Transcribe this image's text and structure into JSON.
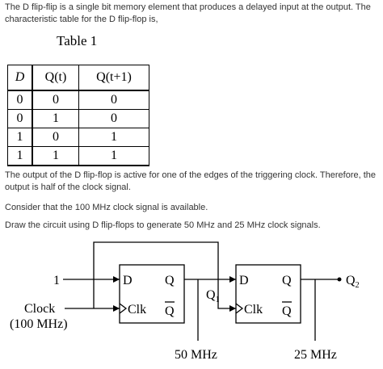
{
  "problem": {
    "intro": "The D flip-flip is a single bit memory element that produces a delayed input at the output. The characteristic table for the D flip-flop is,",
    "table_caption": "Table 1",
    "table": {
      "headers": [
        "D",
        "Q(t)",
        "Q(t+1)"
      ],
      "rows": [
        [
          "0",
          "0",
          "0"
        ],
        [
          "0",
          "1",
          "0"
        ],
        [
          "1",
          "0",
          "1"
        ],
        [
          "1",
          "1",
          "1"
        ]
      ]
    },
    "output_note": "The output of the D flip-flop is active for one of the edges of the triggering clock. Therefore, the output is half of the clock signal.",
    "consider": "Consider that the 100 MHz clock signal is available.",
    "instruction": "Draw the circuit using D flip-flops to generate 50 MHz and 25 MHz clock signals."
  },
  "circuit": {
    "input_one": "1",
    "clock_label": "Clock",
    "clock_freq": "(100 MHz)",
    "ff1": {
      "d": "D",
      "q": "Q",
      "clk": "Clk",
      "qbar": "Q"
    },
    "ff2": {
      "d": "D",
      "q": "Q",
      "clk": "Clk",
      "qbar": "Q"
    },
    "q1_label": "Q",
    "q1_sub": "1",
    "q2_label": "Q",
    "q2_sub": "2",
    "out1_freq": "50 MHz",
    "out2_freq": "25 MHz"
  }
}
